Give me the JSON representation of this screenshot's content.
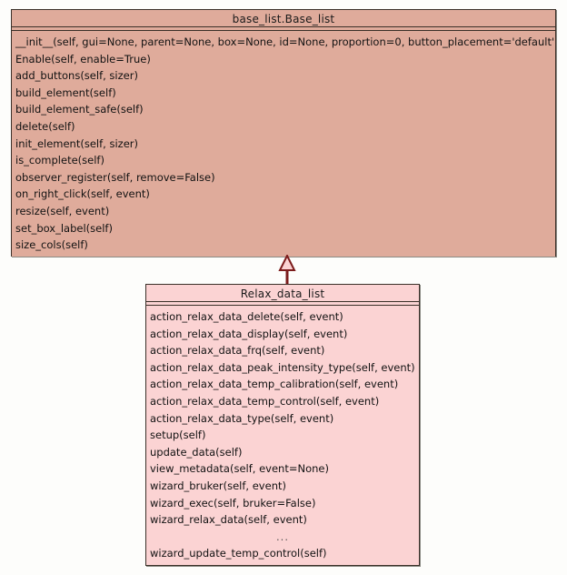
{
  "diagram": {
    "type": "uml-class-diagram",
    "background_color": "#fdfdfb",
    "relationship": {
      "kind": "generalization",
      "label": "inheritance-arrow",
      "from": "Relax_data_list",
      "to": "base_list.Base_list",
      "color": "#7c1c1c"
    }
  },
  "classes": [
    {
      "id": "base-list",
      "name": "base_list.Base_list",
      "fill_color": "#dfab9b",
      "border_color": "#3a3028",
      "methods": [
        "__init__(self, gui=None, parent=None, box=None, id=None, proportion=0, button_placement='default')",
        "Enable(self, enable=True)",
        "add_buttons(self, sizer)",
        "build_element(self)",
        "build_element_safe(self)",
        "delete(self)",
        "init_element(self, sizer)",
        "is_complete(self)",
        "observer_register(self, remove=False)",
        "on_right_click(self, event)",
        "resize(self, event)",
        "set_box_label(self)",
        "size_cols(self)"
      ]
    },
    {
      "id": "relax-data-list",
      "name": "Relax_data_list",
      "fill_color": "#fbd3d3",
      "border_color": "#3a3028",
      "methods": [
        "action_relax_data_delete(self, event)",
        "action_relax_data_display(self, event)",
        "action_relax_data_frq(self, event)",
        "action_relax_data_peak_intensity_type(self, event)",
        "action_relax_data_temp_calibration(self, event)",
        "action_relax_data_temp_control(self, event)",
        "action_relax_data_type(self, event)",
        "setup(self)",
        "update_data(self)",
        "view_metadata(self, event=None)",
        "wizard_bruker(self, event)",
        "wizard_exec(self, bruker=False)",
        "wizard_relax_data(self, event)",
        "...",
        "wizard_update_temp_control(self)"
      ]
    }
  ]
}
